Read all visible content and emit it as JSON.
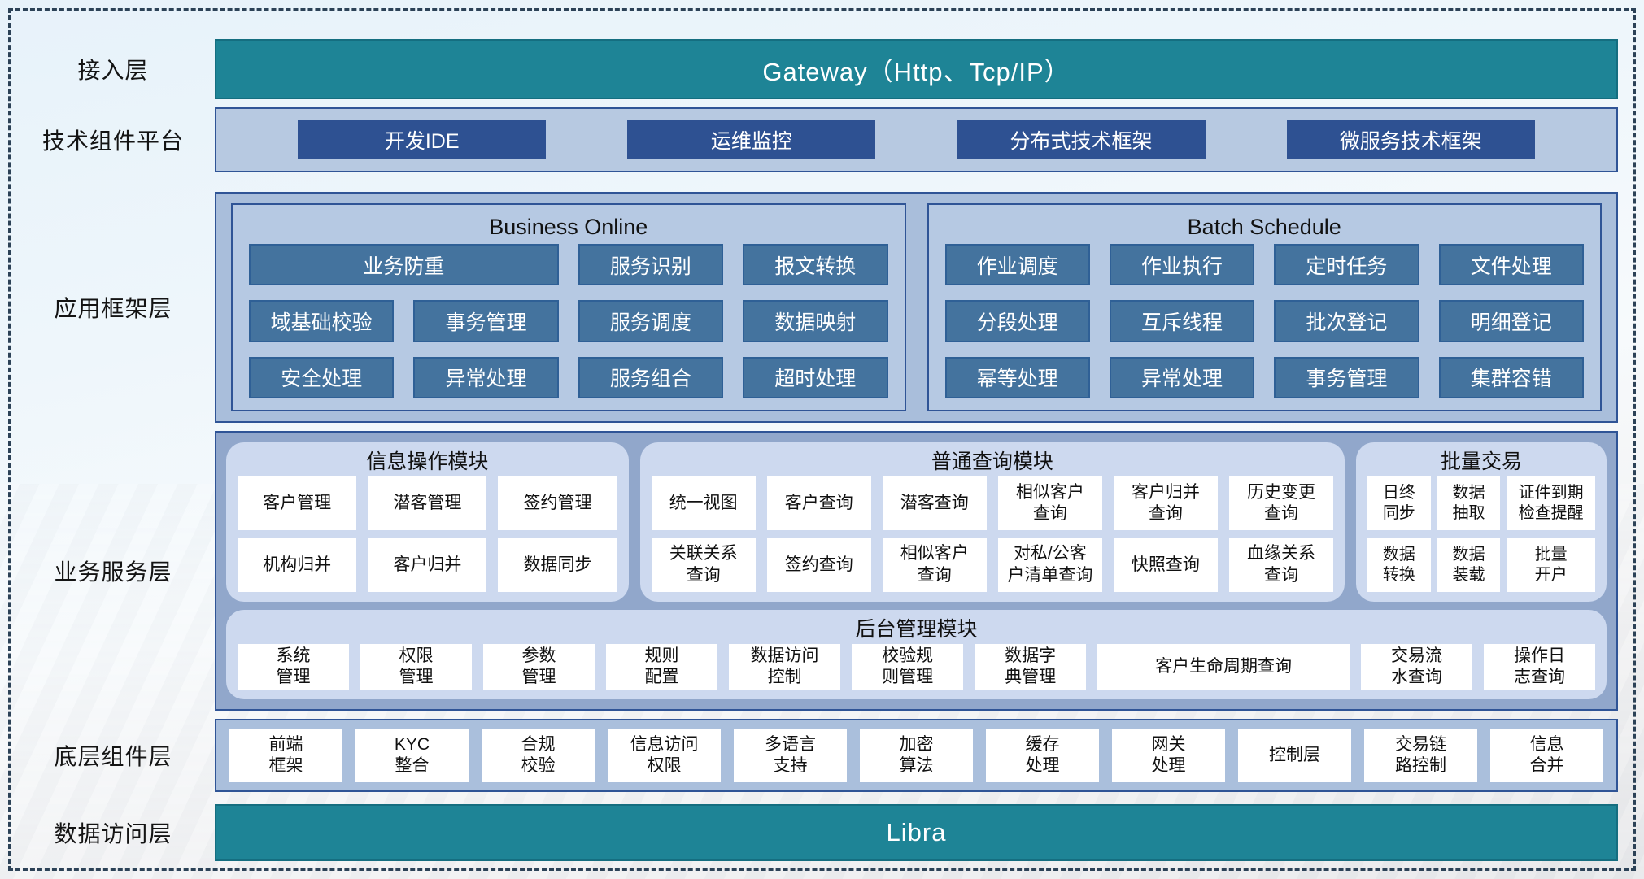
{
  "colors": {
    "teal_bar": "#1E8496",
    "navy_border": "#2F5496",
    "dark_blue_button": "#2E5192",
    "steel_blue_button": "#44739E",
    "container_blue": "#A9BEDB",
    "biz_container_blue": "#91A7CB",
    "panel_light_blue": "#CDD9EF",
    "card_white": "#FFFFFF"
  },
  "labels": {
    "access": "接入层",
    "tech": "技术组件平台",
    "app": "应用框架层",
    "biz": "业务服务层",
    "base": "底层组件层",
    "dataAccess": "数据访问层"
  },
  "access": {
    "gateway": "Gateway（Http、Tcp/IP）"
  },
  "tech": {
    "items": [
      "开发IDE",
      "运维监控",
      "分布式技术框架",
      "微服务技术框架"
    ]
  },
  "app": {
    "bo": {
      "title": "Business Online",
      "items": [
        "业务防重",
        "服务识别",
        "报文转换",
        "域基础校验",
        "事务管理",
        "服务调度",
        "数据映射",
        "安全处理",
        "异常处理",
        "服务组合",
        "超时处理"
      ]
    },
    "bs": {
      "title": "Batch Schedule",
      "items": [
        "作业调度",
        "作业执行",
        "定时任务",
        "文件处理",
        "分段处理",
        "互斥线程",
        "批次登记",
        "明细登记",
        "幂等处理",
        "异常处理",
        "事务管理",
        "集群容错"
      ]
    }
  },
  "biz": {
    "info": {
      "title": "信息操作模块",
      "items": [
        "客户管理",
        "潜客管理",
        "签约管理",
        "机构归并",
        "客户归并",
        "数据同步"
      ]
    },
    "query": {
      "title": "普通查询模块",
      "items": [
        "统一视图",
        "客户查询",
        "潜客查询",
        "相似客户\n查询",
        "客户归并\n查询",
        "历史变更\n查询",
        "关联关系\n查询",
        "签约查询",
        "相似客户\n查询",
        "对私/公客\n户清单查询",
        "快照查询",
        "血缘关系\n查询"
      ]
    },
    "batch": {
      "title": "批量交易",
      "items": [
        "日终\n同步",
        "数据\n抽取",
        "证件到期\n检查提醒",
        "数据\n转换",
        "数据\n装载",
        "批量\n开户"
      ]
    },
    "admin": {
      "title": "后台管理模块",
      "items": [
        "系统\n管理",
        "权限\n管理",
        "参数\n管理",
        "规则\n配置",
        "数据访问\n控制",
        "校验规\n则管理",
        "数据字\n典管理",
        "客户生命周期查询",
        "交易流\n水查询",
        "操作日\n志查询"
      ]
    }
  },
  "base": {
    "items": [
      "前端\n框架",
      "KYC\n整合",
      "合规\n校验",
      "信息访问\n权限",
      "多语言\n支持",
      "加密\n算法",
      "缓存\n处理",
      "网关\n处理",
      "控制层",
      "交易链\n路控制",
      "信息\n合并"
    ]
  },
  "dataAccess": {
    "bar": "Libra"
  }
}
